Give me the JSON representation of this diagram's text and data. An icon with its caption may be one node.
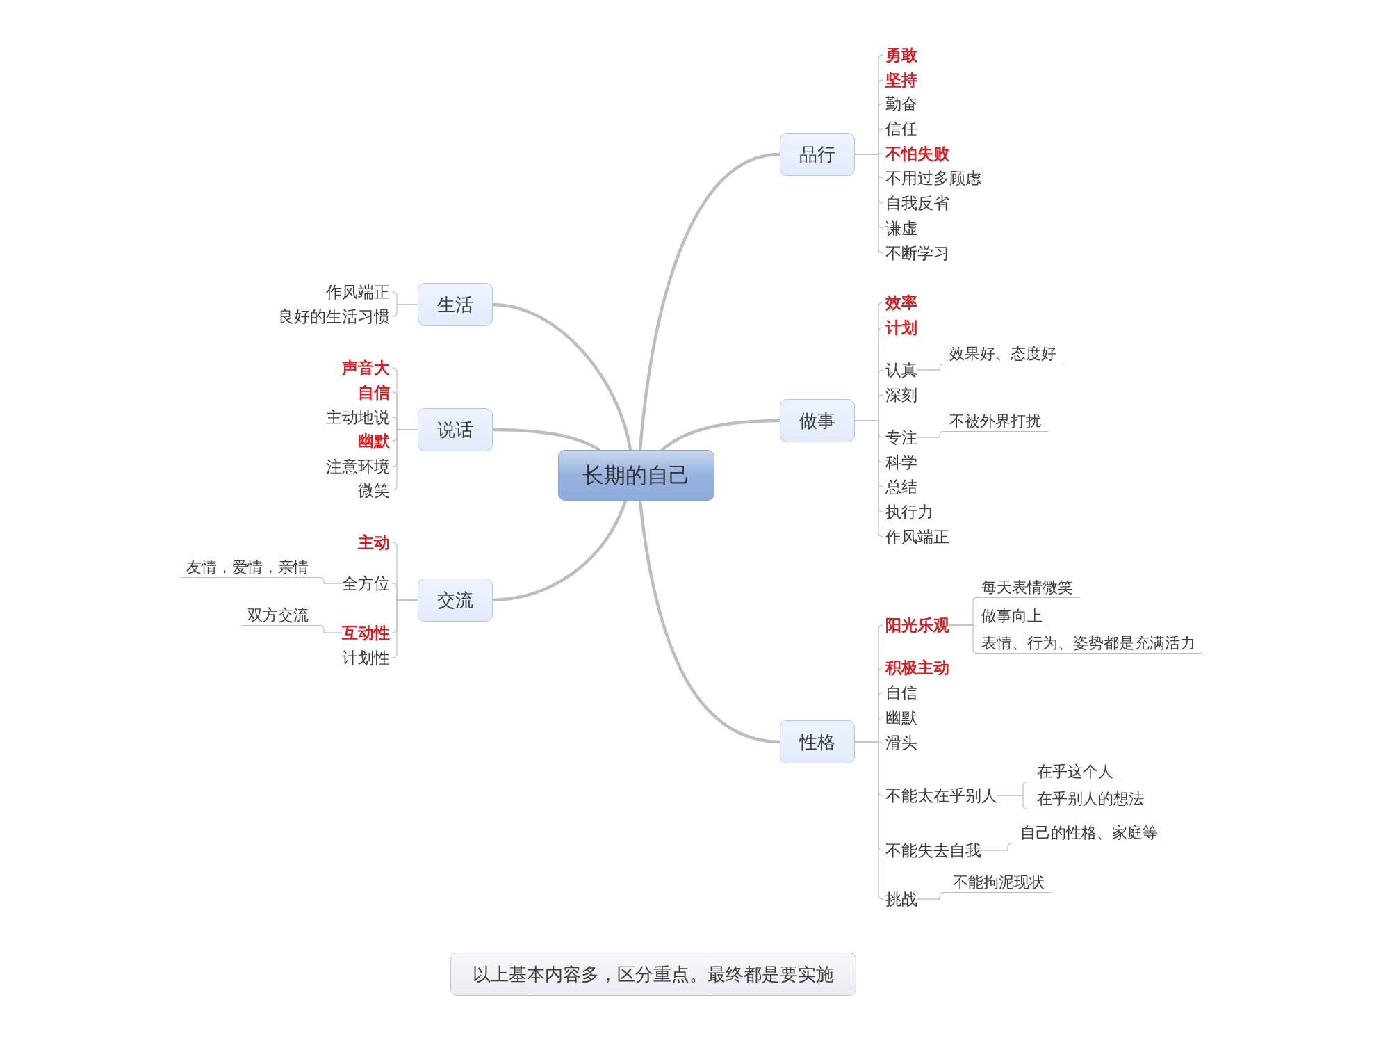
{
  "diagram": {
    "nodes": [
      {
        "text": [
          "长期的自己"
        ]
      },
      {
        "text": [
          "品行"
        ]
      },
      {
        "text": [
          "勇敢"
        ]
      },
      {
        "text": [
          "坚持"
        ]
      },
      {
        "text": [
          "勤奋"
        ]
      },
      {
        "text": [
          "信任"
        ]
      },
      {
        "text": [
          "不怕失败"
        ]
      },
      {
        "text": [
          "不用过多顾虑"
        ]
      },
      {
        "text": [
          "自我反省"
        ]
      },
      {
        "text": [
          "谦虚"
        ]
      },
      {
        "text": [
          "不断学习"
        ]
      },
      {
        "text": [
          "做事"
        ]
      },
      {
        "text": [
          "效率"
        ]
      },
      {
        "text": [
          "计划"
        ]
      },
      {
        "text": [
          "认真"
        ]
      },
      {
        "text": [
          "效果好、态度好"
        ]
      },
      {
        "text": [
          "深刻"
        ]
      },
      {
        "text": [
          "专注"
        ]
      },
      {
        "text": [
          "不被外界打扰"
        ]
      },
      {
        "text": [
          "科学"
        ]
      },
      {
        "text": [
          "总结"
        ]
      },
      {
        "text": [
          "执行力"
        ]
      },
      {
        "text": [
          "作风端正"
        ]
      },
      {
        "text": [
          "性格"
        ]
      },
      {
        "text": [
          "阳光乐观"
        ]
      },
      {
        "text": [
          "每天表情微笑"
        ]
      },
      {
        "text": [
          "做事向上"
        ]
      },
      {
        "text": [
          "表情、行为、姿势都是充满活力"
        ]
      },
      {
        "text": [
          "积极主动"
        ]
      },
      {
        "text": [
          "自信"
        ]
      },
      {
        "text": [
          "幽默"
        ]
      },
      {
        "text": [
          "滑头"
        ]
      },
      {
        "text": [
          "不能太在乎别人"
        ]
      },
      {
        "text": [
          "在乎这个人"
        ]
      },
      {
        "text": [
          "在乎别人的想法"
        ]
      },
      {
        "text": [
          "不能失去自我"
        ]
      },
      {
        "text": [
          "自己的性格、家庭等"
        ]
      },
      {
        "text": [
          "挑战"
        ]
      },
      {
        "text": [
          "不能拘泥现状"
        ]
      },
      {
        "text": [
          "生活"
        ]
      },
      {
        "text": [
          "作风端正"
        ]
      },
      {
        "text": [
          "良好的生活习惯"
        ]
      },
      {
        "text": [
          "说话"
        ]
      },
      {
        "text": [
          "声音大"
        ]
      },
      {
        "text": [
          "自信"
        ]
      },
      {
        "text": [
          "主动地说"
        ]
      },
      {
        "text": [
          "幽默"
        ]
      },
      {
        "text": [
          "注意环境"
        ]
      },
      {
        "text": [
          "微笑"
        ]
      },
      {
        "text": [
          "交流"
        ]
      },
      {
        "text": [
          "主动"
        ]
      },
      {
        "text": [
          "全方位"
        ]
      },
      {
        "text": [
          "友情，爱情，亲情"
        ]
      },
      {
        "text": [
          "互动性"
        ]
      },
      {
        "text": [
          "双方交流"
        ]
      },
      {
        "text": [
          "计划性"
        ]
      },
      {
        "text": [
          "以上基本内容多，区分重点。最终都是要实施"
        ]
      }
    ],
    "edges": [
      {
        "from": 0,
        "to": 1,
        "arrow": "none",
        "style": "thick"
      },
      {
        "from": 0,
        "to": 11,
        "arrow": "none",
        "style": "thick"
      },
      {
        "from": 0,
        "to": 23,
        "arrow": "none",
        "style": "thick"
      },
      {
        "from": 0,
        "to": 39,
        "arrow": "none",
        "style": "thick"
      },
      {
        "from": 0,
        "to": 42,
        "arrow": "none",
        "style": "thick"
      },
      {
        "from": 0,
        "to": 49,
        "arrow": "none",
        "style": "thick"
      },
      {
        "from": 1,
        "to": 2,
        "arrow": "none"
      },
      {
        "from": 1,
        "to": 3,
        "arrow": "none"
      },
      {
        "from": 1,
        "to": 4,
        "arrow": "none"
      },
      {
        "from": 1,
        "to": 5,
        "arrow": "none"
      },
      {
        "from": 1,
        "to": 6,
        "arrow": "none"
      },
      {
        "from": 1,
        "to": 7,
        "arrow": "none"
      },
      {
        "from": 1,
        "to": 8,
        "arrow": "none"
      },
      {
        "from": 1,
        "to": 9,
        "arrow": "none"
      },
      {
        "from": 1,
        "to": 10,
        "arrow": "none"
      },
      {
        "from": 11,
        "to": 12,
        "arrow": "none"
      },
      {
        "from": 11,
        "to": 13,
        "arrow": "none"
      },
      {
        "from": 11,
        "to": 14,
        "arrow": "none"
      },
      {
        "from": 14,
        "to": 15,
        "arrow": "none"
      },
      {
        "from": 11,
        "to": 16,
        "arrow": "none"
      },
      {
        "from": 11,
        "to": 17,
        "arrow": "none"
      },
      {
        "from": 17,
        "to": 18,
        "arrow": "none"
      },
      {
        "from": 11,
        "to": 19,
        "arrow": "none"
      },
      {
        "from": 11,
        "to": 20,
        "arrow": "none"
      },
      {
        "from": 11,
        "to": 21,
        "arrow": "none"
      },
      {
        "from": 11,
        "to": 22,
        "arrow": "none"
      },
      {
        "from": 23,
        "to": 24,
        "arrow": "none"
      },
      {
        "from": 24,
        "to": 25,
        "arrow": "none"
      },
      {
        "from": 24,
        "to": 26,
        "arrow": "none"
      },
      {
        "from": 24,
        "to": 27,
        "arrow": "none"
      },
      {
        "from": 23,
        "to": 28,
        "arrow": "none"
      },
      {
        "from": 23,
        "to": 29,
        "arrow": "none"
      },
      {
        "from": 23,
        "to": 30,
        "arrow": "none"
      },
      {
        "from": 23,
        "to": 31,
        "arrow": "none"
      },
      {
        "from": 23,
        "to": 32,
        "arrow": "none"
      },
      {
        "from": 32,
        "to": 33,
        "arrow": "none"
      },
      {
        "from": 32,
        "to": 34,
        "arrow": "none"
      },
      {
        "from": 23,
        "to": 35,
        "arrow": "none"
      },
      {
        "from": 35,
        "to": 36,
        "arrow": "none"
      },
      {
        "from": 23,
        "to": 37,
        "arrow": "none"
      },
      {
        "from": 37,
        "to": 38,
        "arrow": "none"
      },
      {
        "from": 39,
        "to": 40,
        "arrow": "none"
      },
      {
        "from": 39,
        "to": 41,
        "arrow": "none"
      },
      {
        "from": 42,
        "to": 43,
        "arrow": "none"
      },
      {
        "from": 42,
        "to": 44,
        "arrow": "none"
      },
      {
        "from": 42,
        "to": 45,
        "arrow": "none"
      },
      {
        "from": 42,
        "to": 46,
        "arrow": "none"
      },
      {
        "from": 42,
        "to": 47,
        "arrow": "none"
      },
      {
        "from": 42,
        "to": 48,
        "arrow": "none"
      },
      {
        "from": 49,
        "to": 50,
        "arrow": "none"
      },
      {
        "from": 49,
        "to": 51,
        "arrow": "none"
      },
      {
        "from": 51,
        "to": 52,
        "arrow": "none"
      },
      {
        "from": 49,
        "to": 53,
        "arrow": "none"
      },
      {
        "from": 53,
        "to": 54,
        "arrow": "none"
      },
      {
        "from": 49,
        "to": 55,
        "arrow": "none"
      }
    ]
  }
}
